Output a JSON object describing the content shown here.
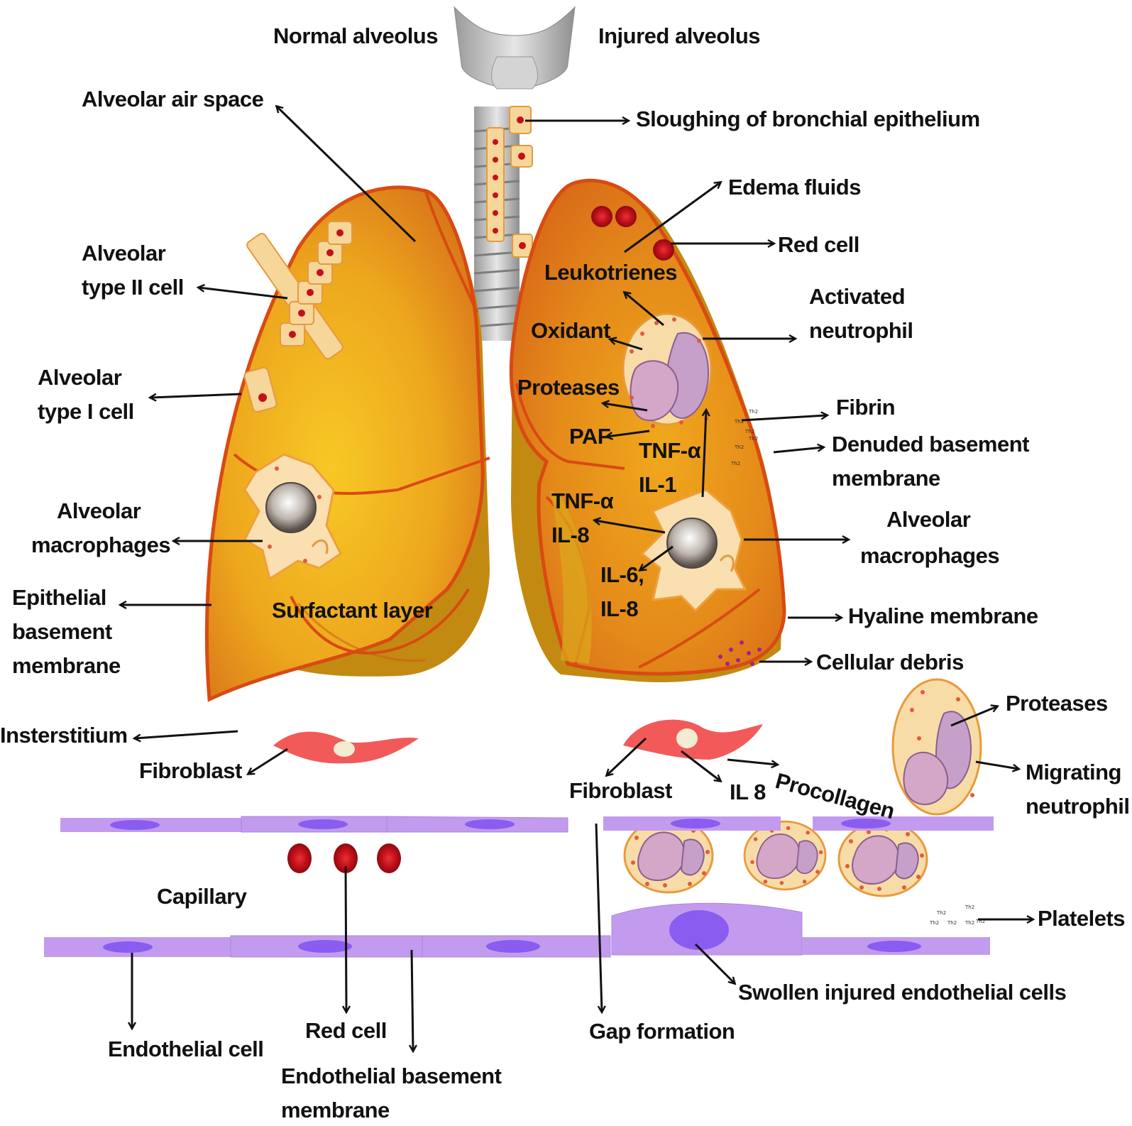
{
  "colors": {
    "lung_fill": "#f2b51d",
    "lung_edge": "#d94a12",
    "lung_shadow": "#c89018",
    "red_cell": "#c8101a",
    "endothelium": "#c39bee",
    "endo_nucleus": "#8b5cf0",
    "fibroblast": "#f25a5a",
    "neutrophil": "#f7d39a",
    "trachea": "#bdbdbd"
  },
  "labels": {
    "normal_alveolus": "Normal alveolus",
    "injured_alveolus": "Injured alveolus",
    "alveolar_air_space": "Alveolar air space",
    "sloughing": "Sloughing of bronchial epithelium",
    "edema_fluids": "Edema fluids",
    "red_cell_top": "Red cell",
    "leukotrienes": "Leukotrienes",
    "oxidant": "Oxidant",
    "activated_neutrophil_1": "Activated",
    "activated_neutrophil_2": "neutrophil",
    "proteases_left": "Proteases",
    "paf": "PAF",
    "fibrin": "Fibrin",
    "denuded_1": "Denuded basement",
    "denuded_2": "membrane",
    "tnf_il1_1": "TNF-α",
    "tnf_il1_2": "IL-1",
    "tnf_il8_1": "TNF-α",
    "tnf_il8_2": "IL-8",
    "il6_1": "IL-6,",
    "il6_2": "IL-8",
    "alv_macro_right_1": "Alveolar",
    "alv_macro_right_2": "macrophages",
    "hyaline": "Hyaline membrane",
    "cellular_debris": "Cellular debris",
    "type2_1": "Alveolar",
    "type2_2": "type II cell",
    "type1_1": "Alveolar",
    "type1_2": "type I cell",
    "alv_macro_left_1": "Alveolar",
    "alv_macro_left_2": "macrophages",
    "epithelial_1": "Epithelial",
    "epithelial_2": "basement",
    "epithelial_3": "membrane",
    "surfactant": "Surfactant layer",
    "interstitium": "Insterstitium",
    "fibroblast_left": "Fibroblast",
    "fibroblast_right": "Fibroblast",
    "il8_bottom": "IL 8",
    "procollagen": "Procollagen",
    "proteases_right": "Proteases",
    "migrating_1": "Migrating",
    "migrating_2": "neutrophil",
    "capillary": "Capillary",
    "platelets": "Platelets",
    "swollen": "Swollen injured endothelial cells",
    "endothelial_cell": "Endothelial cell",
    "red_cell_bottom": "Red cell",
    "endo_bm_1": "Endothelial basement",
    "endo_bm_2": "membrane",
    "gap_formation": "Gap formation",
    "th2": "Th2"
  }
}
